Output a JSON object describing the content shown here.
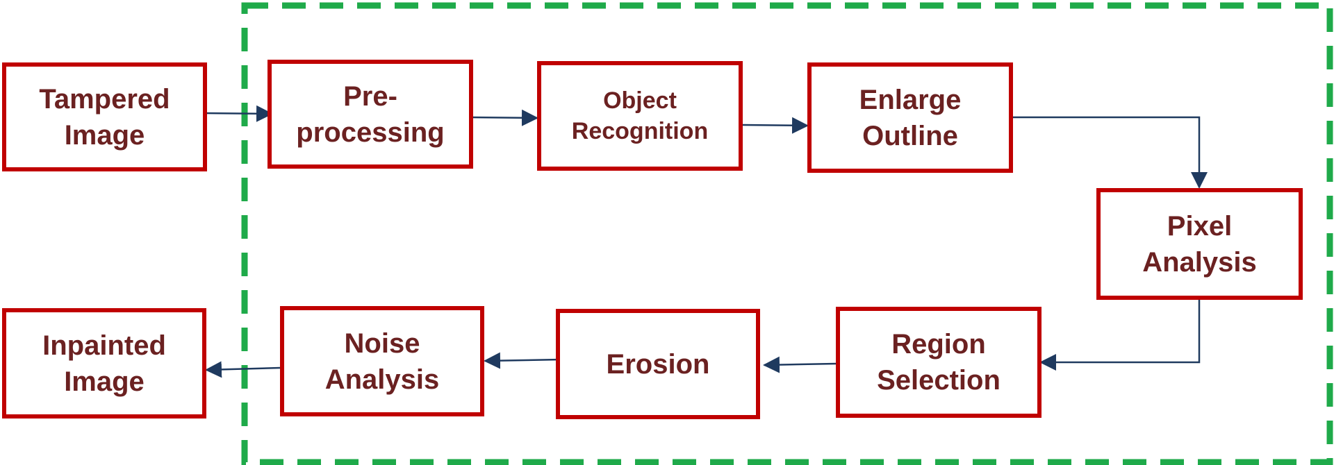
{
  "colors": {
    "box_border": "#c00000",
    "text": "#6b2121",
    "arrow": "#1f3a5f",
    "dashed_frame": "#1faa4a"
  },
  "nodes": {
    "tampered_image": {
      "line1": "Tampered",
      "line2": "Image"
    },
    "pre_processing": {
      "line1": "Pre-",
      "line2": "processing"
    },
    "object_recognition": {
      "line1": "Object",
      "line2": "Recognition"
    },
    "enlarge_outline": {
      "line1": "Enlarge",
      "line2": "Outline"
    },
    "pixel_analysis": {
      "line1": "Pixel",
      "line2": "Analysis"
    },
    "region_selection": {
      "line1": "Region",
      "line2": "Selection"
    },
    "erosion": {
      "line1": "Erosion"
    },
    "noise_analysis": {
      "line1": "Noise",
      "line2": "Analysis"
    },
    "inpainted_image": {
      "line1": "Inpainted",
      "line2": "Image"
    }
  },
  "edges": [
    {
      "from": "Tampered Image",
      "to": "Pre-processing"
    },
    {
      "from": "Pre-processing",
      "to": "Object Recognition"
    },
    {
      "from": "Object Recognition",
      "to": "Enlarge Outline"
    },
    {
      "from": "Enlarge Outline",
      "to": "Pixel Analysis"
    },
    {
      "from": "Pixel Analysis",
      "to": "Region Selection"
    },
    {
      "from": "Region Selection",
      "to": "Erosion"
    },
    {
      "from": "Erosion",
      "to": "Noise Analysis"
    },
    {
      "from": "Noise Analysis",
      "to": "Inpainted Image"
    }
  ]
}
